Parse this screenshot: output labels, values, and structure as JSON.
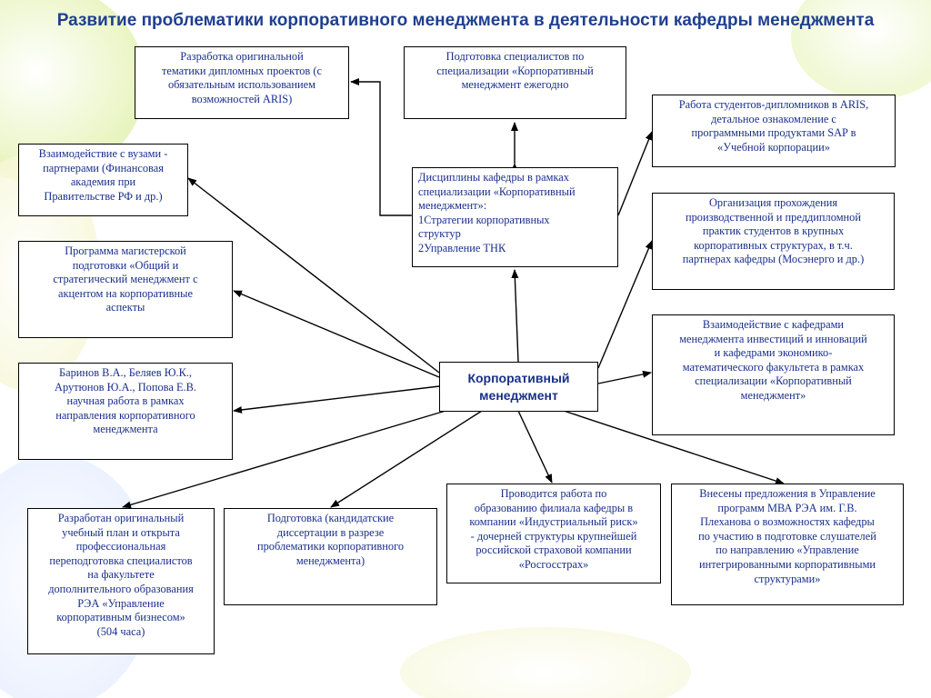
{
  "title": "Развитие проблематики корпоративного менеджмента в деятельности кафедры менеджмента",
  "center": "Корпоративный\nменеджмент",
  "boxes": {
    "diploma_topics": "Разработка оригинальной\nтематики дипломных проектов (с\nобязательным использованием\nвозможностей ARIS)",
    "specialists_training": "Подготовка специалистов по\nспециализации «Корпоративный\nменеджмент ежегодно",
    "aris_students": "Работа студентов-дипломников в ARIS,\nдетальное ознакомление с\nпрограммными продуктами SAP в\n«Учебной корпорации»",
    "universities": "Взаимодействие с вузами -\nпартнерами (Финансовая\nакадемия при\nПравительстве РФ и др.)",
    "disciplines": "Дисциплины кафедры в рамках\nспециализации «Корпоративный\nменеджмент»:\n1Стратегии корпоративных\nструктур\n2Управление ТНК",
    "practice": "Организация прохождения\nпроизводственной и преддипломной\nпрактик студентов в крупных\nкорпоративных структурах, в т.ч.\nпартнерах кафедры  (Мосэнерго и др.)",
    "masters": "Программа магистерской\nподготовки «Общий и\nстратегический менеджмент с\nакцентом на корпоративные\nаспекты",
    "departments": "Взаимодействие с кафедрами\nменеджмента инвестиций и инноваций\nи кафедрами экономико-\nматематического факультета в рамках\nспециализации «Корпоративный\nменеджмент»",
    "research": "Баринов В.А., Беляев Ю.К.,\nАрутюнов Ю.А., Попова Е.В.\nнаучная работа в рамках\nнаправления корпоративного\nменеджмента",
    "curriculum": "Разработан оригинальный\nучебный план и открыта\nпрофессиональная\nпереподготовка специалистов\nна факультете\nдополнительного образования\nРЭА «Управление\nкорпоративным бизнесом»\n(504 часа)",
    "dissertations": "Подготовка (кандидатские\nдиссертации в разрезе\nпроблематики корпоративного\nменеджмента)",
    "branch": "Проводится работа по\nобразованию филиала кафедры в\nкомпании «Индустриальный риск»\n- дочерней структуры крупнейшей\nроссийской страховой компании\n«Росгосстрах»",
    "mba": "Внесены предложения в Управление\nпрограмм МВА РЭА им. Г.В.\nПлеханова о возможностях кафедры\nпо участию в подготовке слушателей\nпо направлению «Управление\nинтегрированными корпоративными\nструктурами»"
  },
  "colors": {
    "title": "#1f3f8f",
    "box_text": "#1a2f8a",
    "border": "#000000"
  }
}
